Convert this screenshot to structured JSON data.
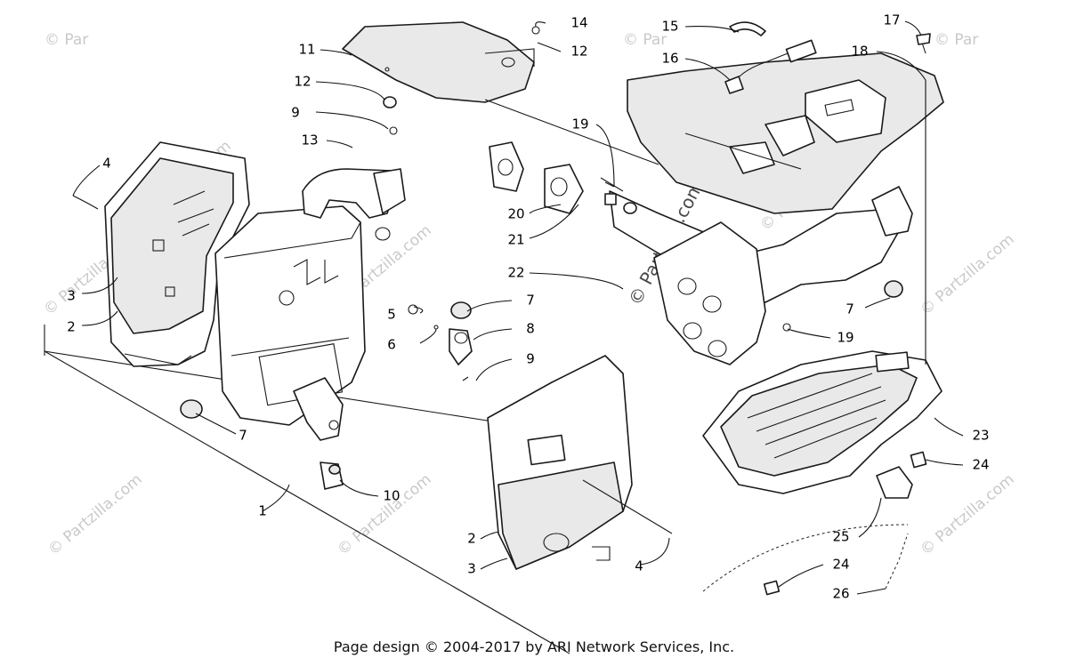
{
  "footer": {
    "copyright": "Page design © 2004-2017 by ARI Network Services, Inc."
  },
  "watermarks": {
    "text": "© Partzilla.com",
    "short": "© Par",
    "center": "© Partzilla.com"
  },
  "callouts": [
    "1",
    "2",
    "3",
    "4",
    "5",
    "6",
    "7",
    "8",
    "9",
    "10",
    "11",
    "12",
    "13",
    "14",
    "15",
    "16",
    "17",
    "18",
    "19",
    "20",
    "21",
    "22",
    "23",
    "24",
    "25",
    "26"
  ]
}
